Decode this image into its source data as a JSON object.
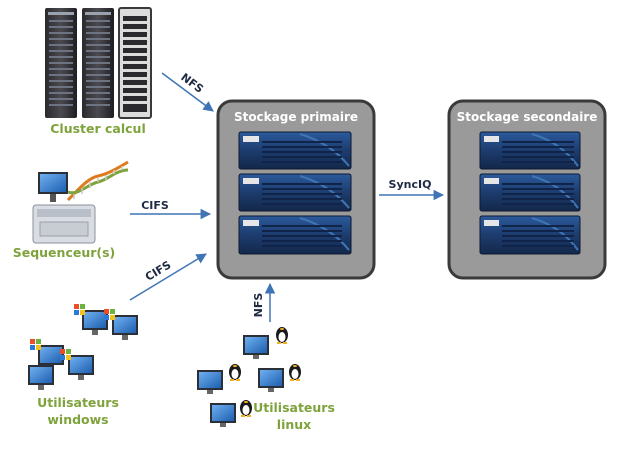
{
  "nodes": {
    "cluster": {
      "label": "Cluster calcul"
    },
    "sequencer": {
      "label": "Sequenceur(s)"
    },
    "windows_users": {
      "label_line1": "Utilisateurs",
      "label_line2": "windows"
    },
    "linux_users": {
      "label_line1": "Utilisateurs",
      "label_line2": "linux"
    },
    "primary_storage": {
      "title": "Stockage primaire"
    },
    "secondary_storage": {
      "title": "Stockage secondaire"
    }
  },
  "links": {
    "cluster_to_primary": "NFS",
    "sequencer_to_primary": "CIFS",
    "windows_to_primary": "CIFS",
    "linux_to_primary": "NFS",
    "primary_to_secondary": "SyncIQ"
  },
  "colors": {
    "label_green": "#7fa33c",
    "arrow_blue": "#3f75b5",
    "storage_panel": "#9a9a9a",
    "storage_unit": "#1d3c6e"
  }
}
